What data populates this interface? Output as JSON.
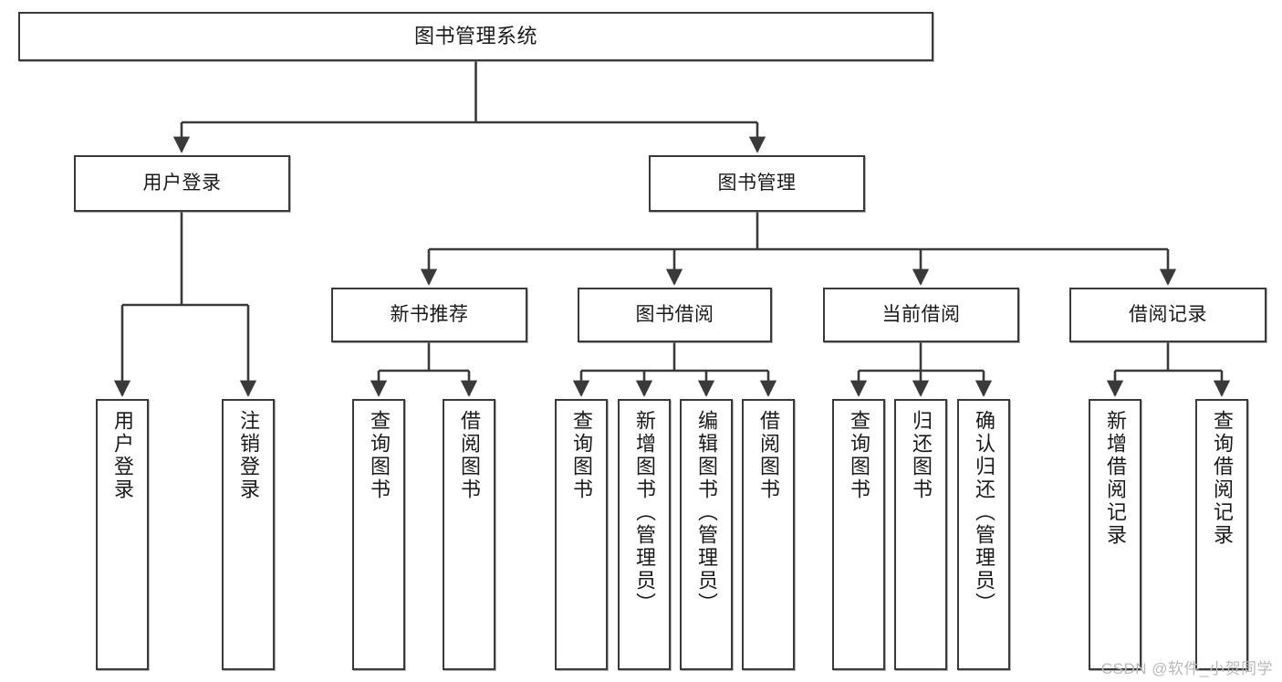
{
  "diagram": {
    "title": "图书管理系统",
    "type": "tree-hierarchy-diagram",
    "watermark": "CSDN @软件_小贺同学",
    "colors": {
      "box_border": "#3a3a3a",
      "box_fill": "#ffffff",
      "connector": "#3a3a3a",
      "text": "#1a1a1a",
      "watermark": "#b9b9b9",
      "background": "#ffffff"
    },
    "root": {
      "label": "图书管理系统"
    },
    "level2": [
      {
        "id": "user-login",
        "label": "用户登录"
      },
      {
        "id": "book-management",
        "label": "图书管理"
      }
    ],
    "level3": [
      {
        "id": "new-book-recommend",
        "label": "新书推荐",
        "parent": "book-management"
      },
      {
        "id": "book-borrow",
        "label": "图书借阅",
        "parent": "book-management"
      },
      {
        "id": "current-borrow",
        "label": "当前借阅",
        "parent": "book-management"
      },
      {
        "id": "borrow-record",
        "label": "借阅记录",
        "parent": "book-management"
      }
    ],
    "leaves": [
      {
        "id": "leaf-user-login",
        "label": "用户登录",
        "parent": "user-login"
      },
      {
        "id": "leaf-logout-login",
        "label": "注销登录",
        "parent": "user-login"
      },
      {
        "id": "leaf-query-book-1",
        "label": "查询图书",
        "parent": "new-book-recommend"
      },
      {
        "id": "leaf-borrow-book-1",
        "label": "借阅图书",
        "parent": "new-book-recommend"
      },
      {
        "id": "leaf-query-book-2",
        "label": "查询图书",
        "parent": "book-borrow"
      },
      {
        "id": "leaf-add-book",
        "label": "新增图书（管理员）",
        "parent": "book-borrow"
      },
      {
        "id": "leaf-edit-book",
        "label": "编辑图书（管理员）",
        "parent": "book-borrow"
      },
      {
        "id": "leaf-borrow-book-2",
        "label": "借阅图书",
        "parent": "book-borrow"
      },
      {
        "id": "leaf-query-book-3",
        "label": "查询图书",
        "parent": "current-borrow"
      },
      {
        "id": "leaf-return-book",
        "label": "归还图书",
        "parent": "current-borrow"
      },
      {
        "id": "leaf-confirm-return",
        "label": "确认归还（管理员）",
        "parent": "current-borrow"
      },
      {
        "id": "leaf-add-record",
        "label": "新增借阅记录",
        "parent": "borrow-record"
      },
      {
        "id": "leaf-query-record",
        "label": "查询借阅记录",
        "parent": "borrow-record"
      }
    ]
  }
}
